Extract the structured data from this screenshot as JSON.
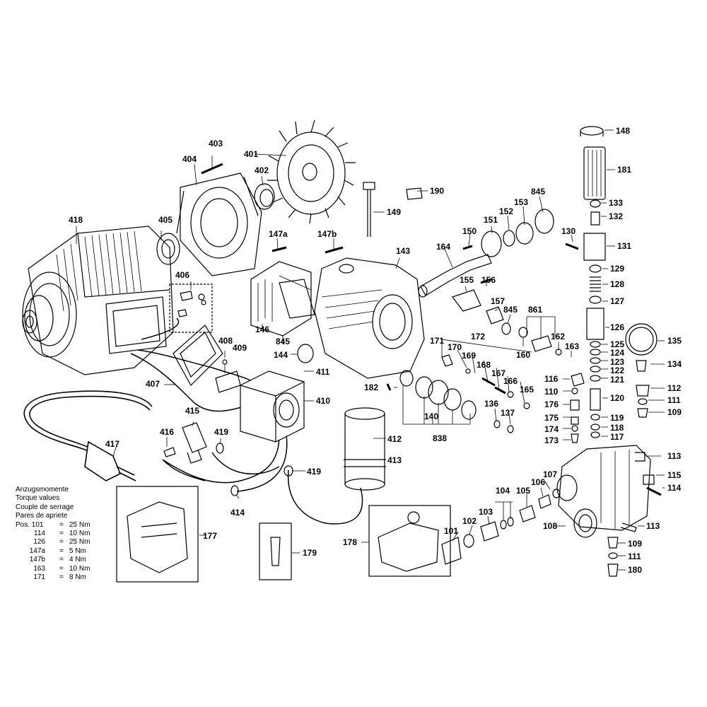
{
  "torque": {
    "headings": [
      "Anzugsmomente",
      "Torque values",
      "Couple de serrage",
      "Pares de apriete"
    ],
    "rows": [
      {
        "pos": "Pos. 101",
        "value": "25 Nm"
      },
      {
        "pos": "114",
        "value": "10 Nm"
      },
      {
        "pos": "126",
        "value": "25 Nm"
      },
      {
        "pos": "147a",
        "value": "5 Nm"
      },
      {
        "pos": "147b",
        "value": "4 Nm"
      },
      {
        "pos": "163",
        "value": "10 Nm"
      },
      {
        "pos": "171",
        "value": "8 Nm"
      }
    ]
  },
  "labels": [
    "403",
    "404",
    "401",
    "402",
    "418",
    "405",
    "406",
    "408",
    "409",
    "407",
    "415",
    "416",
    "419",
    "417",
    "414",
    "410",
    "412",
    "413",
    "419",
    "147a",
    "147b",
    "146",
    "845",
    "144",
    "411",
    "143",
    "149",
    "190",
    "164",
    "150",
    "151",
    "152",
    "153",
    "845",
    "155",
    "156",
    "157",
    "845",
    "861",
    "162",
    "160",
    "163",
    "171",
    "170",
    "169",
    "172",
    "168",
    "167",
    "166",
    "165",
    "182",
    "140",
    "838",
    "136",
    "137",
    "148",
    "181",
    "133",
    "132",
    "130",
    "131",
    "129",
    "128",
    "127",
    "126",
    "125",
    "124",
    "123",
    "122",
    "121",
    "120",
    "119",
    "118",
    "117",
    "116",
    "110",
    "176",
    "175",
    "174",
    "173",
    "135",
    "134",
    "112",
    "111",
    "109",
    "113",
    "115",
    "114",
    "113",
    "107",
    "106",
    "105",
    "104",
    "103",
    "102",
    "101",
    "108",
    "109",
    "111",
    "180",
    "177",
    "179",
    "178"
  ]
}
